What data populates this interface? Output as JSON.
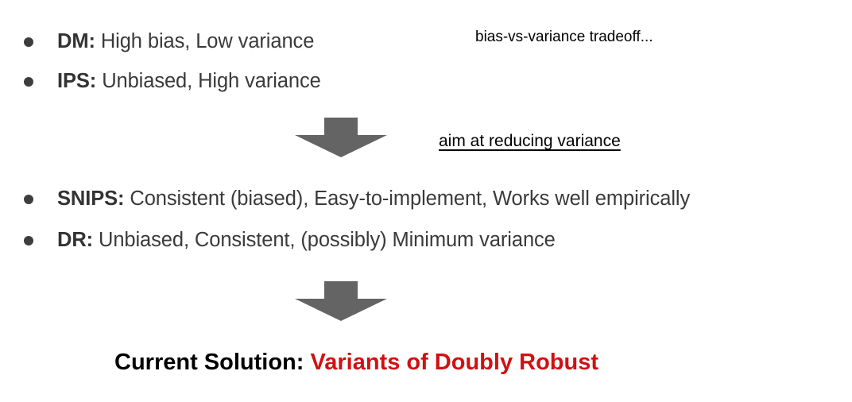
{
  "slide": {
    "background_color": "#ffffff",
    "text_color": "#3a3a3a",
    "arrow_color": "#646464",
    "bullet_color": "#3d3d3d",
    "accent_color": "#d11111"
  },
  "bullets_top": [
    {
      "lead": "DM:",
      "rest": " High bias, Low variance"
    },
    {
      "lead": "IPS:",
      "rest": " Unbiased, High variance"
    }
  ],
  "bullets_bottom": [
    {
      "lead": "SNIPS:",
      "rest": " Consistent (biased), Easy-to-implement, Works well empirically"
    },
    {
      "lead": "DR:",
      "rest": " Unbiased, Consistent, (possibly) Minimum variance"
    }
  ],
  "annotations": {
    "tradeoff": "bias-vs-variance tradeoff...",
    "reducing_variance": "aim at reducing variance"
  },
  "arrows": [
    {
      "name": "down-arrow-1",
      "direction": "down"
    },
    {
      "name": "down-arrow-2",
      "direction": "down"
    }
  ],
  "conclusion": {
    "label": "Current Solution:",
    "value": " Variants of Doubly Robust"
  }
}
